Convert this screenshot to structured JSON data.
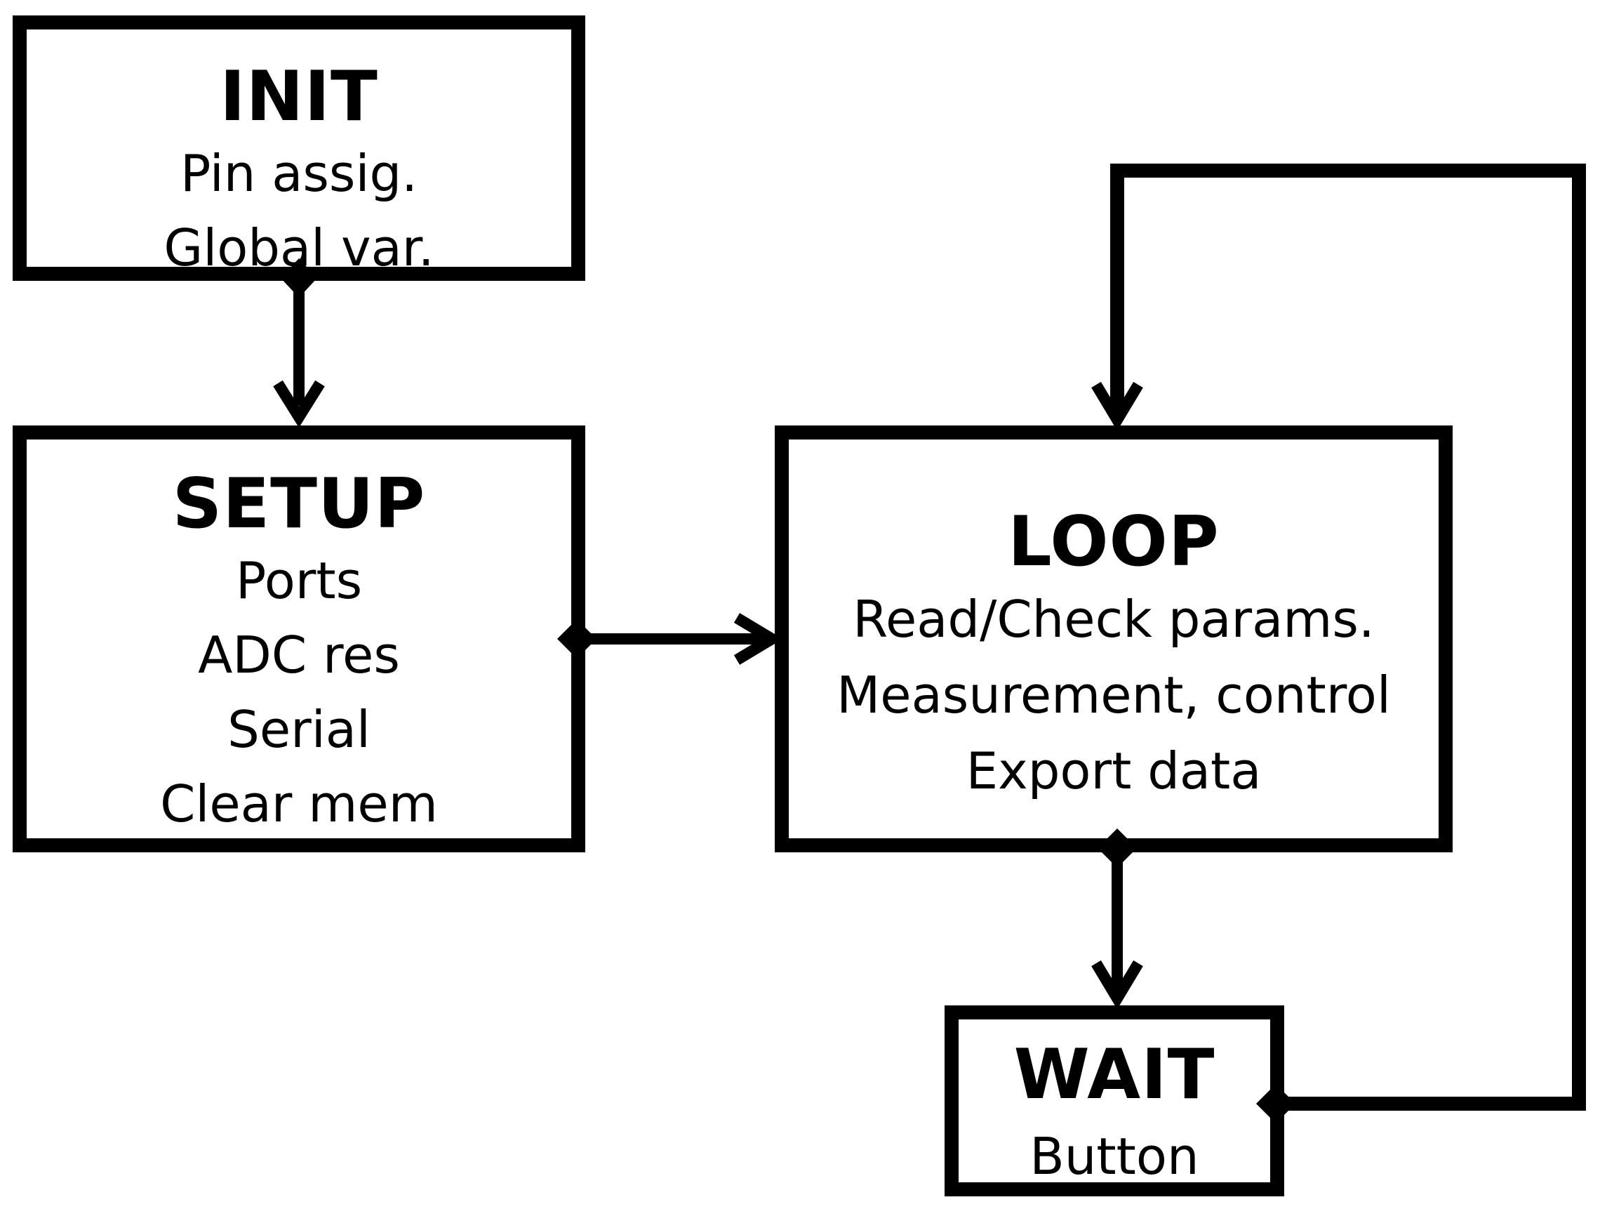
{
  "nodes": {
    "init": {
      "title": "INIT",
      "lines": [
        "Pin assig.",
        "Global var."
      ]
    },
    "setup": {
      "title": "SETUP",
      "lines": [
        "Ports",
        "ADC res",
        "Serial",
        "Clear mem"
      ]
    },
    "loop": {
      "title": "LOOP",
      "lines": [
        "Read/Check params.",
        "Measurement, control",
        "Export data"
      ]
    },
    "wait": {
      "title": "WAIT",
      "lines": [
        "Button"
      ]
    }
  },
  "edges": [
    {
      "from": "init",
      "to": "setup"
    },
    {
      "from": "setup",
      "to": "loop"
    },
    {
      "from": "loop",
      "to": "wait"
    },
    {
      "from": "wait",
      "to": "loop"
    }
  ],
  "colors": {
    "stroke": "#000000",
    "background": "#ffffff"
  }
}
